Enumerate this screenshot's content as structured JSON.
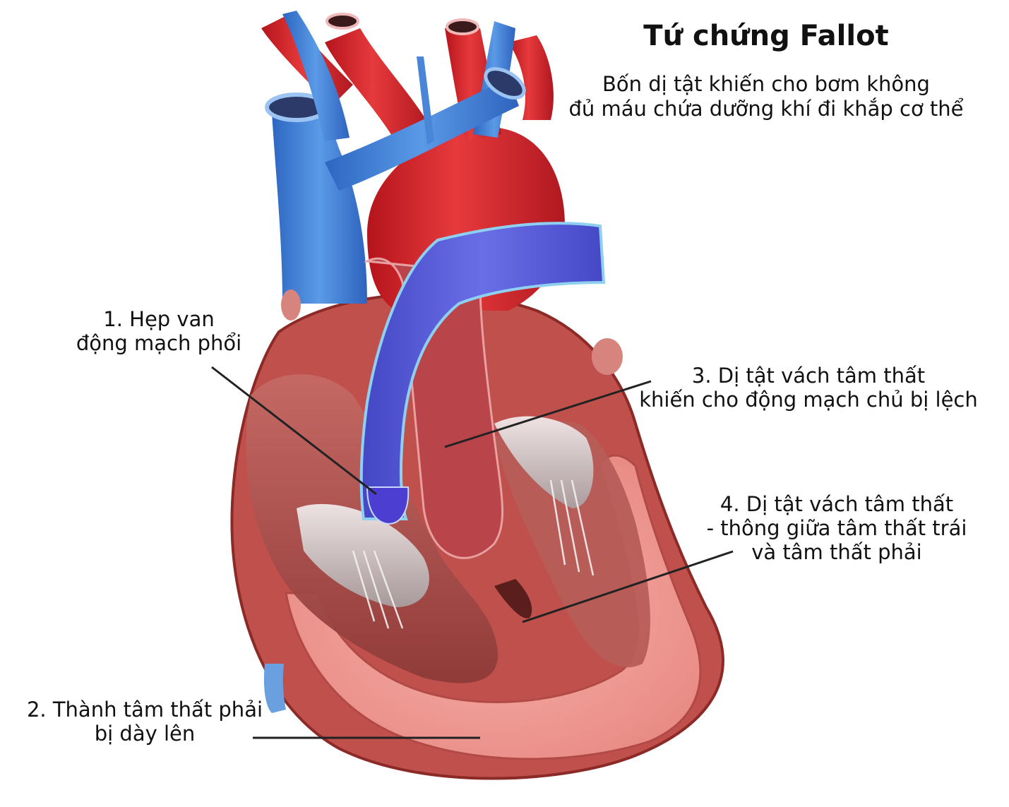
{
  "header": {
    "title": "Tứ chứng Fallot",
    "subtitle_lines": [
      "Bốn dị tật khiến cho bơm không",
      "đủ máu chứa dưỡng khí đi khắp cơ thể"
    ]
  },
  "labels": [
    {
      "id": 1,
      "lines": [
        "1. Hẹp van",
        "động mạch phổi"
      ]
    },
    {
      "id": 2,
      "lines": [
        "2. Thành tâm thất phải",
        "bị dày lên"
      ]
    },
    {
      "id": 3,
      "lines": [
        "3. Dị tật vách tâm thất",
        "khiến cho động mạch chủ bị lệch"
      ]
    },
    {
      "id": 4,
      "lines": [
        "4. Dị tật vách tâm thất",
        "- thông giữa tâm thất trái",
        "và tâm thất phải"
      ]
    }
  ],
  "colors": {
    "artery_red": "#d8242c",
    "vein_blue": "#3f7fd6",
    "pulmonary_blue": "#5a5fd8",
    "myocardium_pink": "#f0a09a",
    "muscle_dark": "#a8504c",
    "valve_white": "#e8e4e4",
    "leader_line": "#222222"
  }
}
